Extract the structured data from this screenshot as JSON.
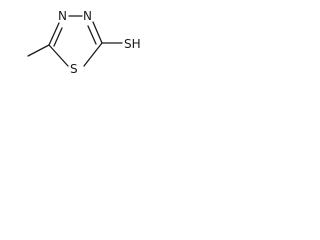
{
  "molecule": {
    "atoms": {
      "n3": "N",
      "n4": "N",
      "s1": "S",
      "sh": "SH"
    }
  }
}
